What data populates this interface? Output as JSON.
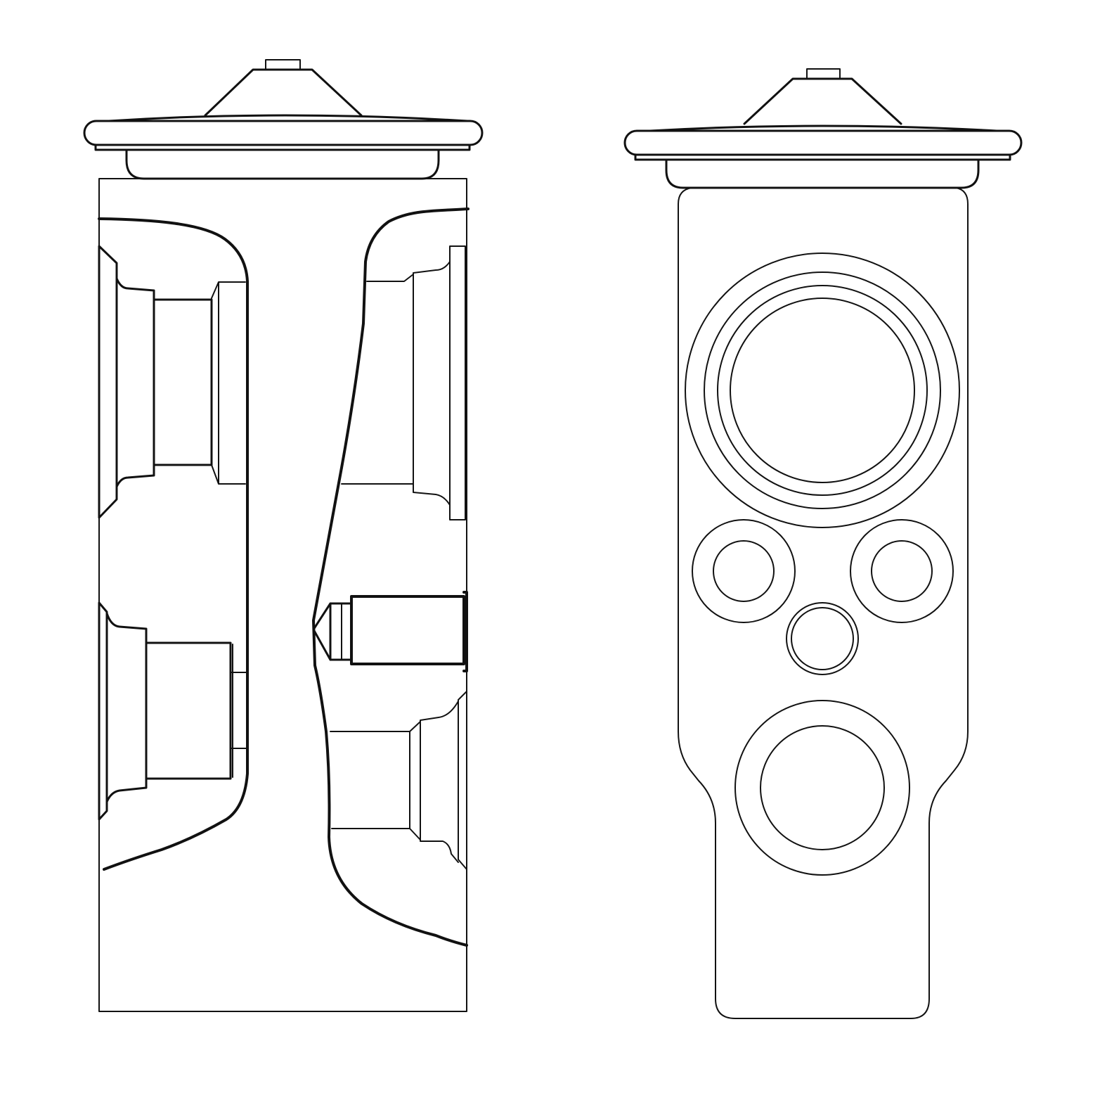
{
  "drawing": {
    "style": "monochrome line drawing",
    "background_color": "#ffffff",
    "line_color": "#111111",
    "views": [
      {
        "id": "side-view",
        "depicts": "expansion-valve-side-section"
      },
      {
        "id": "front-view",
        "depicts": "expansion-valve-front-ports"
      }
    ],
    "front_view_ports": {
      "large_ports": 2,
      "small_ports": 2,
      "center_port": 1
    }
  }
}
